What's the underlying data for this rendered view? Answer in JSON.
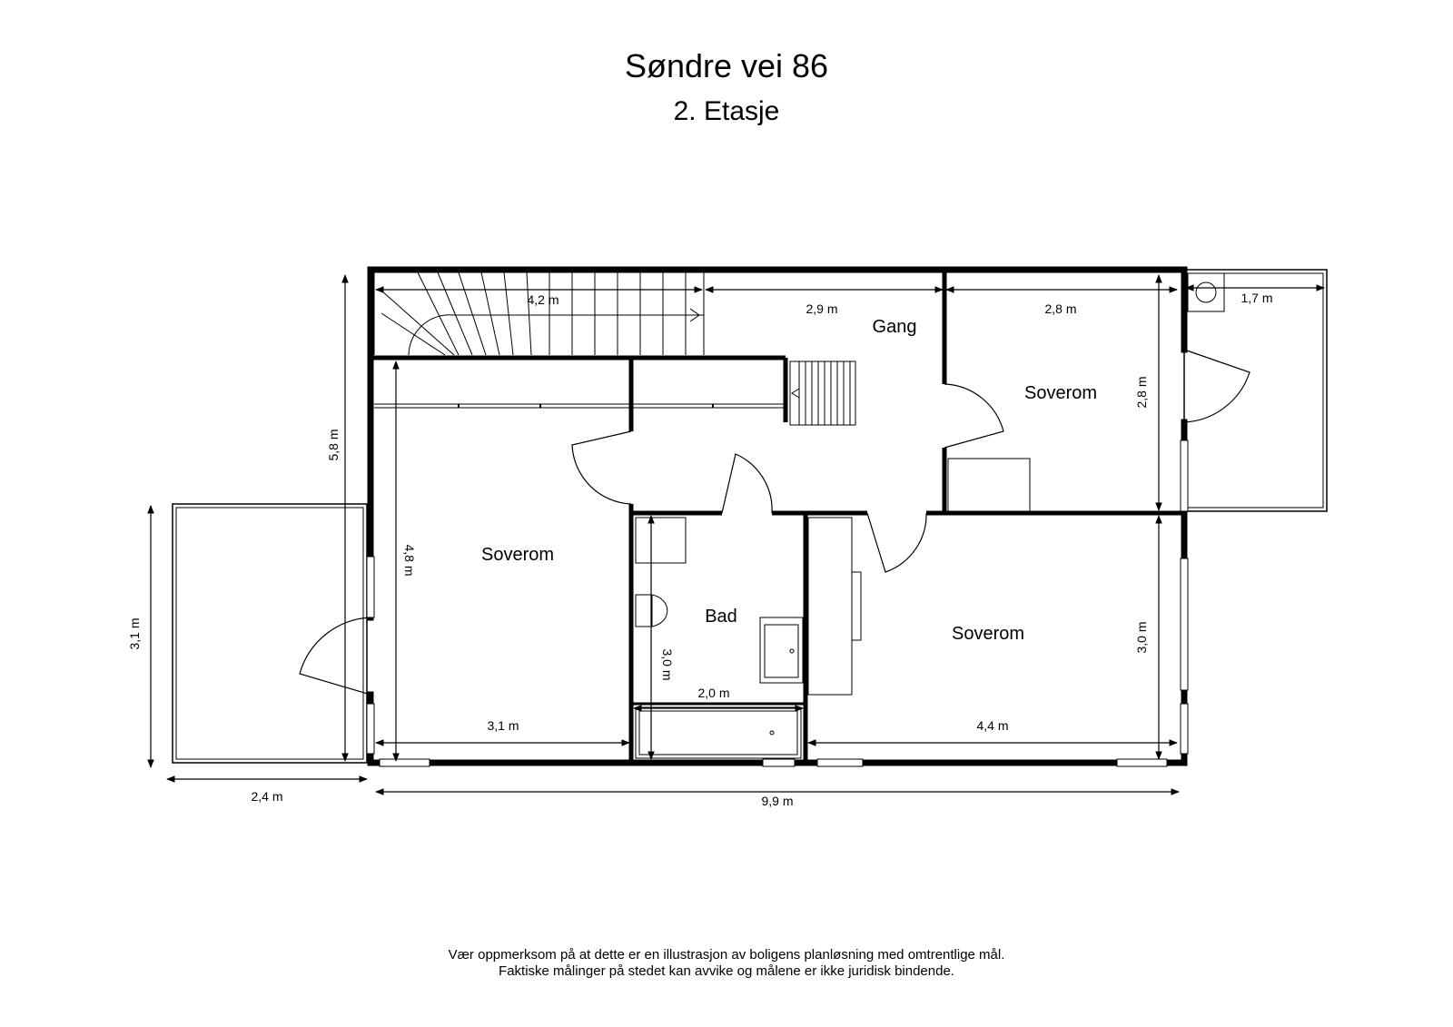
{
  "header": {
    "title": "Søndre vei 86",
    "subtitle": "2. Etasje"
  },
  "rooms": {
    "gang": "Gang",
    "soverom_ne": "Soverom",
    "soverom_w": "Soverom",
    "bad": "Bad",
    "soverom_se": "Soverom"
  },
  "dimensions": {
    "stair_width": "4,2 m",
    "gang_width": "2,9 m",
    "soverom_ne_width": "2,8 m",
    "soverom_ne_depth": "2,8 m",
    "balcony_ne_width": "1,7 m",
    "total_depth": "5,8 m",
    "soverom_w_depth": "4,8 m",
    "soverom_w_width": "3,1 m",
    "balcony_w_depth": "3,1 m",
    "balcony_w_width": "2,4 m",
    "bad_depth": "3,0 m",
    "bad_width": "2,0 m",
    "soverom_se_width": "4,4 m",
    "soverom_se_depth": "3,0 m",
    "total_width": "9,9 m"
  },
  "footer": {
    "line1": "Vær oppmerksom på at dette er en illustrasjon av boligens planløsning med omtrentlige mål.",
    "line2": "Faktiske målinger på stedet kan avvike og målene er ikke juridisk bindende."
  }
}
